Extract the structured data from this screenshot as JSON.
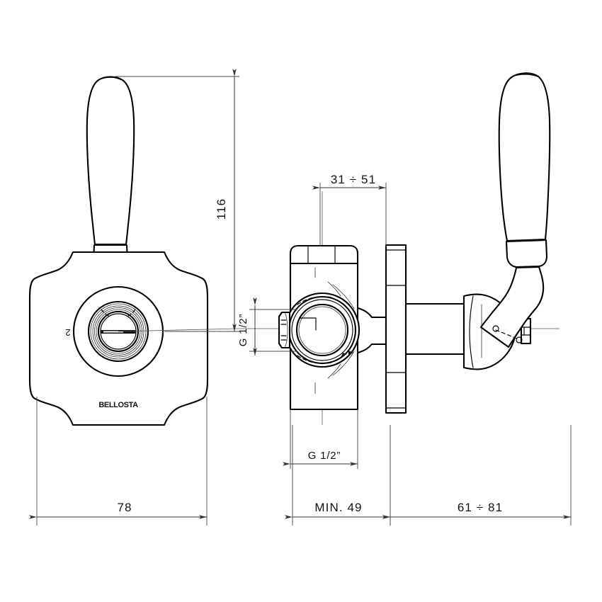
{
  "document": {
    "type": "technical-drawing",
    "subject": "Concealed thermostatic / stop valve with lever handle",
    "brand": "BELLOSTA",
    "background_color": "#ffffff",
    "line_color": "#000000",
    "dimension_color": "#333333"
  },
  "views": {
    "front": {
      "name": "front-view",
      "label": "Front view of escutcheon plate with lever handle",
      "brand_mark": "BELLOSTA",
      "part_mark": "2"
    },
    "side": {
      "name": "side-section-view",
      "label": "Side sectional view of valve body, flange and handle"
    }
  },
  "dimensions": {
    "height_overall": {
      "value": "116",
      "name": "dimension-height-116",
      "orientation": "vertical",
      "unit": "mm"
    },
    "width_plate": {
      "value": "78",
      "name": "dimension-width-78",
      "orientation": "horizontal",
      "unit": "mm"
    },
    "body_depth_range": {
      "value": "31 ÷ 51",
      "name": "dimension-body-depth-31-51",
      "orientation": "horizontal",
      "unit": "mm"
    },
    "inlet_thread_vertical": {
      "value": "G 1/2”",
      "name": "dimension-thread-g-half-vertical",
      "orientation": "vertical"
    },
    "inlet_thread_horizontal": {
      "value": "G 1/2”",
      "name": "dimension-thread-g-half-horizontal",
      "orientation": "horizontal"
    },
    "min_recess": {
      "value": "MIN. 49",
      "name": "dimension-min-49",
      "orientation": "horizontal",
      "unit": "mm"
    },
    "projection_range": {
      "value": "61 ÷ 81",
      "name": "dimension-projection-61-81",
      "orientation": "horizontal",
      "unit": "mm"
    }
  }
}
